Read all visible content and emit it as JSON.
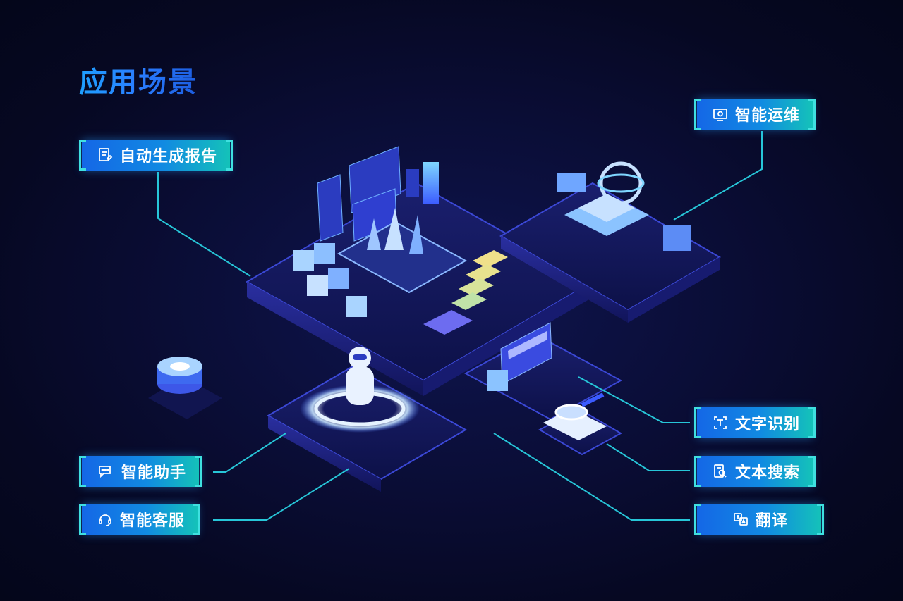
{
  "page": {
    "title": "应用场景"
  },
  "tags": {
    "auto_report": {
      "label": "自动生成报告",
      "icon": "report-icon"
    },
    "ops": {
      "label": "智能运维",
      "icon": "monitor-icon"
    },
    "assistant": {
      "label": "智能助手",
      "icon": "chat-icon"
    },
    "customer_service": {
      "label": "智能客服",
      "icon": "headset-icon"
    },
    "ocr": {
      "label": "文字识别",
      "icon": "text-scan-icon"
    },
    "search": {
      "label": "文本搜索",
      "icon": "doc-search-icon"
    },
    "translate": {
      "label": "翻译",
      "icon": "translate-icon"
    }
  },
  "colors": {
    "background": "#070a28",
    "accent": "#1ea0ff",
    "line": "#27c6d8",
    "tag_start": "#1467e6",
    "tag_end": "#14c2b9"
  }
}
